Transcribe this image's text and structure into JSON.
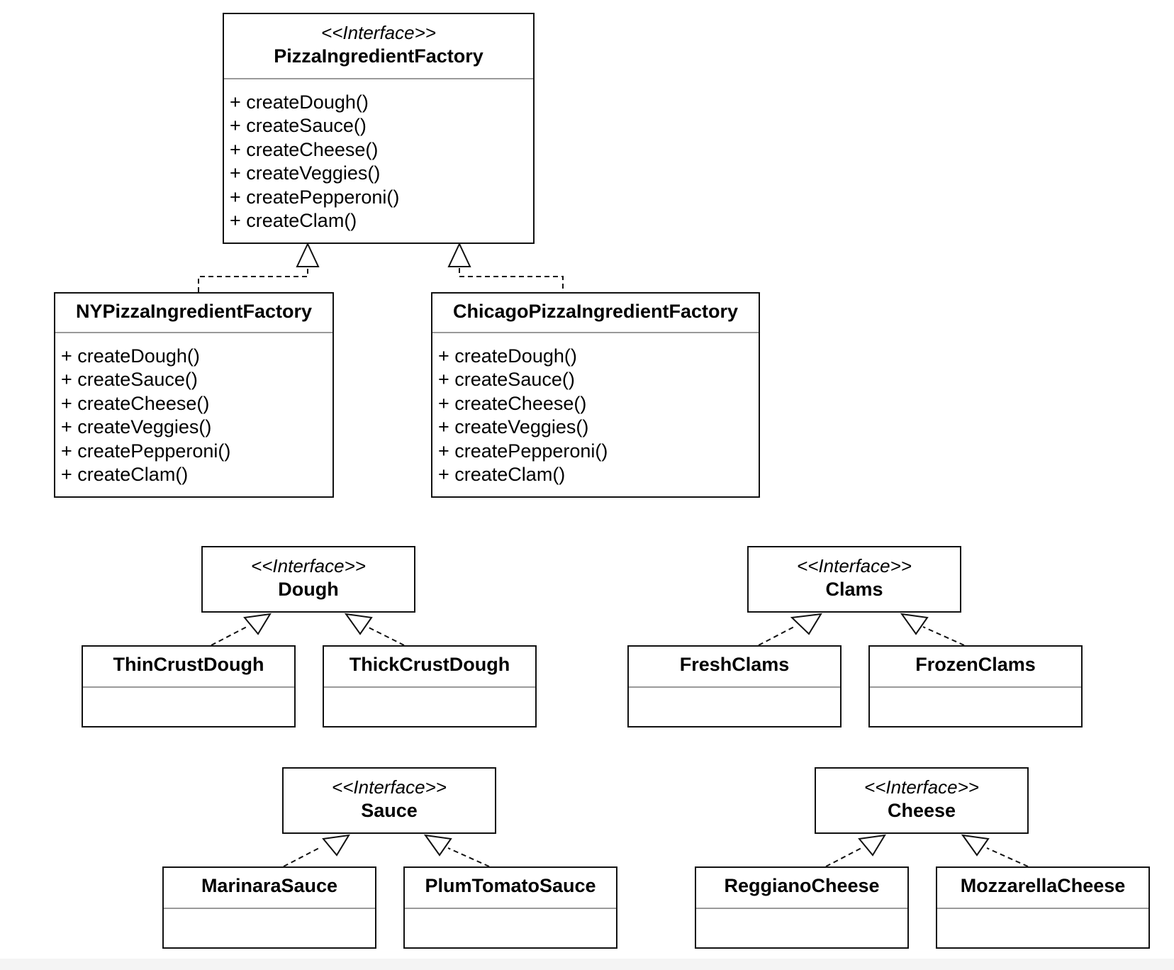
{
  "stereotype": "<<Interface>>",
  "factory_ops": [
    "+ createDough()",
    "+ createSauce()",
    "+ createCheese()",
    "+ createVeggies()",
    "+ createPepperoni()",
    "+ createClam()"
  ],
  "abstract_factory": {
    "name": "PizzaIngredientFactory"
  },
  "ny_factory": {
    "name": "NYPizzaIngredientFactory"
  },
  "chicago_factory": {
    "name": "ChicagoPizzaIngredientFactory"
  },
  "dough": {
    "interface": "Dough",
    "impls": [
      "ThinCrustDough",
      "ThickCrustDough"
    ]
  },
  "clams": {
    "interface": "Clams",
    "impls": [
      "FreshClams",
      "FrozenClams"
    ]
  },
  "sauce": {
    "interface": "Sauce",
    "impls": [
      "MarinaraSauce",
      "PlumTomatoSauce"
    ]
  },
  "cheese": {
    "interface": "Cheese",
    "impls": [
      "ReggianoCheese",
      "MozzarellaCheese"
    ]
  },
  "colors": {
    "line": "#111111",
    "divider": "#9a9a9a",
    "background": "#ffffff"
  }
}
